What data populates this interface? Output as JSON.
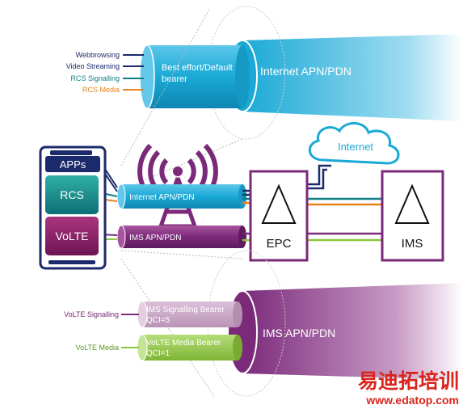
{
  "top_section": {
    "flows": [
      {
        "label": "Webbrowsing",
        "color": "#1b2a6b"
      },
      {
        "label": "Video Streaming",
        "color": "#1b2a6b"
      },
      {
        "label": "RCS Signalling",
        "color": "#0f7f86"
      },
      {
        "label": "RCS Media",
        "color": "#e8821e"
      }
    ],
    "bearer_label_line1": "Best effort/Default",
    "bearer_label_line2": "bearer",
    "apn_label": "Internet APN/PDN"
  },
  "device": {
    "apps_label": "APPs",
    "rcs_label": "RCS",
    "volte_label": "VoLTE"
  },
  "middle": {
    "internet_pipe_label": "Internet APN/PDN",
    "ims_pipe_label": "IMS APN/PDN",
    "cloud_label": "Internet",
    "epc_label": "EPC",
    "ims_label": "IMS"
  },
  "bottom_section": {
    "signalling_flow": "VoLTE Signalling",
    "media_flow": "VoLTE Media",
    "signalling_bearer_line1": "IMS Signalling Bearer",
    "signalling_bearer_line2": "QCI=5",
    "media_bearer_line1": "VoLTE Media Bearer",
    "media_bearer_line2": "QCI=1",
    "apn_label": "IMS APN/PDN"
  },
  "watermark": {
    "cn_text": "易迪拓培训",
    "url": "www.edatop.com"
  },
  "colors": {
    "cyan": "#1aa9d6",
    "purple": "#7b2a7a",
    "navy": "#1b2a6b",
    "teal": "#0f7f86",
    "orange": "#e8821e",
    "green": "#8cc63f",
    "light_purple": "#c7a0c4",
    "watermark_red": "#d9251c"
  }
}
